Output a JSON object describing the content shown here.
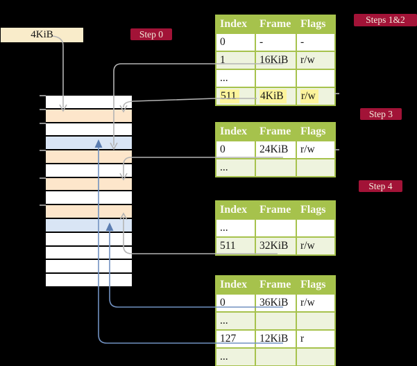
{
  "register": {
    "label": "4KiB"
  },
  "step_labels": {
    "step0": "Step 0",
    "steps12": "Steps 1&2",
    "step3": "Step 3",
    "step4": "Step 4"
  },
  "memory": {
    "rows": [
      "white",
      "peach",
      "white",
      "blue",
      "peach",
      "white",
      "peach",
      "white",
      "peach",
      "blue",
      "white",
      "white",
      "white",
      "white"
    ]
  },
  "page_tables": [
    {
      "headers": [
        "Index",
        "Frame",
        "Flags"
      ],
      "rows": [
        {
          "cells": [
            "0",
            "-",
            "-"
          ],
          "shaded": false,
          "highlighted": false
        },
        {
          "cells": [
            "1",
            "16KiB",
            "r/w"
          ],
          "shaded": true,
          "highlighted": false
        },
        {
          "cells": [
            "...",
            "",
            ""
          ],
          "shaded": false,
          "highlighted": false
        },
        {
          "cells": [
            "511",
            "4KiB",
            "r/w"
          ],
          "shaded": true,
          "highlighted": true
        }
      ]
    },
    {
      "headers": [
        "Index",
        "Frame",
        "Flags"
      ],
      "rows": [
        {
          "cells": [
            "0",
            "24KiB",
            "r/w"
          ],
          "shaded": false,
          "highlighted": false
        },
        {
          "cells": [
            "...",
            "",
            ""
          ],
          "shaded": true,
          "highlighted": false
        }
      ]
    },
    {
      "headers": [
        "Index",
        "Frame",
        "Flags"
      ],
      "rows": [
        {
          "cells": [
            "...",
            "",
            ""
          ],
          "shaded": false,
          "highlighted": false
        },
        {
          "cells": [
            "511",
            "32KiB",
            "r/w"
          ],
          "shaded": true,
          "highlighted": false
        }
      ]
    },
    {
      "headers": [
        "Index",
        "Frame",
        "Flags"
      ],
      "rows": [
        {
          "cells": [
            "0",
            "36KiB",
            "r/w"
          ],
          "shaded": false,
          "highlighted": false
        },
        {
          "cells": [
            "...",
            "",
            ""
          ],
          "shaded": true,
          "highlighted": false
        },
        {
          "cells": [
            "127",
            "12KiB",
            "r"
          ],
          "shaded": false,
          "highlighted": false
        },
        {
          "cells": [
            "...",
            "",
            ""
          ],
          "shaded": true,
          "highlighted": false
        }
      ]
    }
  ],
  "colors": {
    "green": "#a6c24c",
    "rowgreen": "#eef3de",
    "yellow": "#fcf49c",
    "badge": "#a21337",
    "cream": "#f9ecca",
    "peach": "#fde6cb",
    "bluerow": "#d9e5f5",
    "grayline": "#b4b4b4",
    "blueline": "#7191c1"
  }
}
